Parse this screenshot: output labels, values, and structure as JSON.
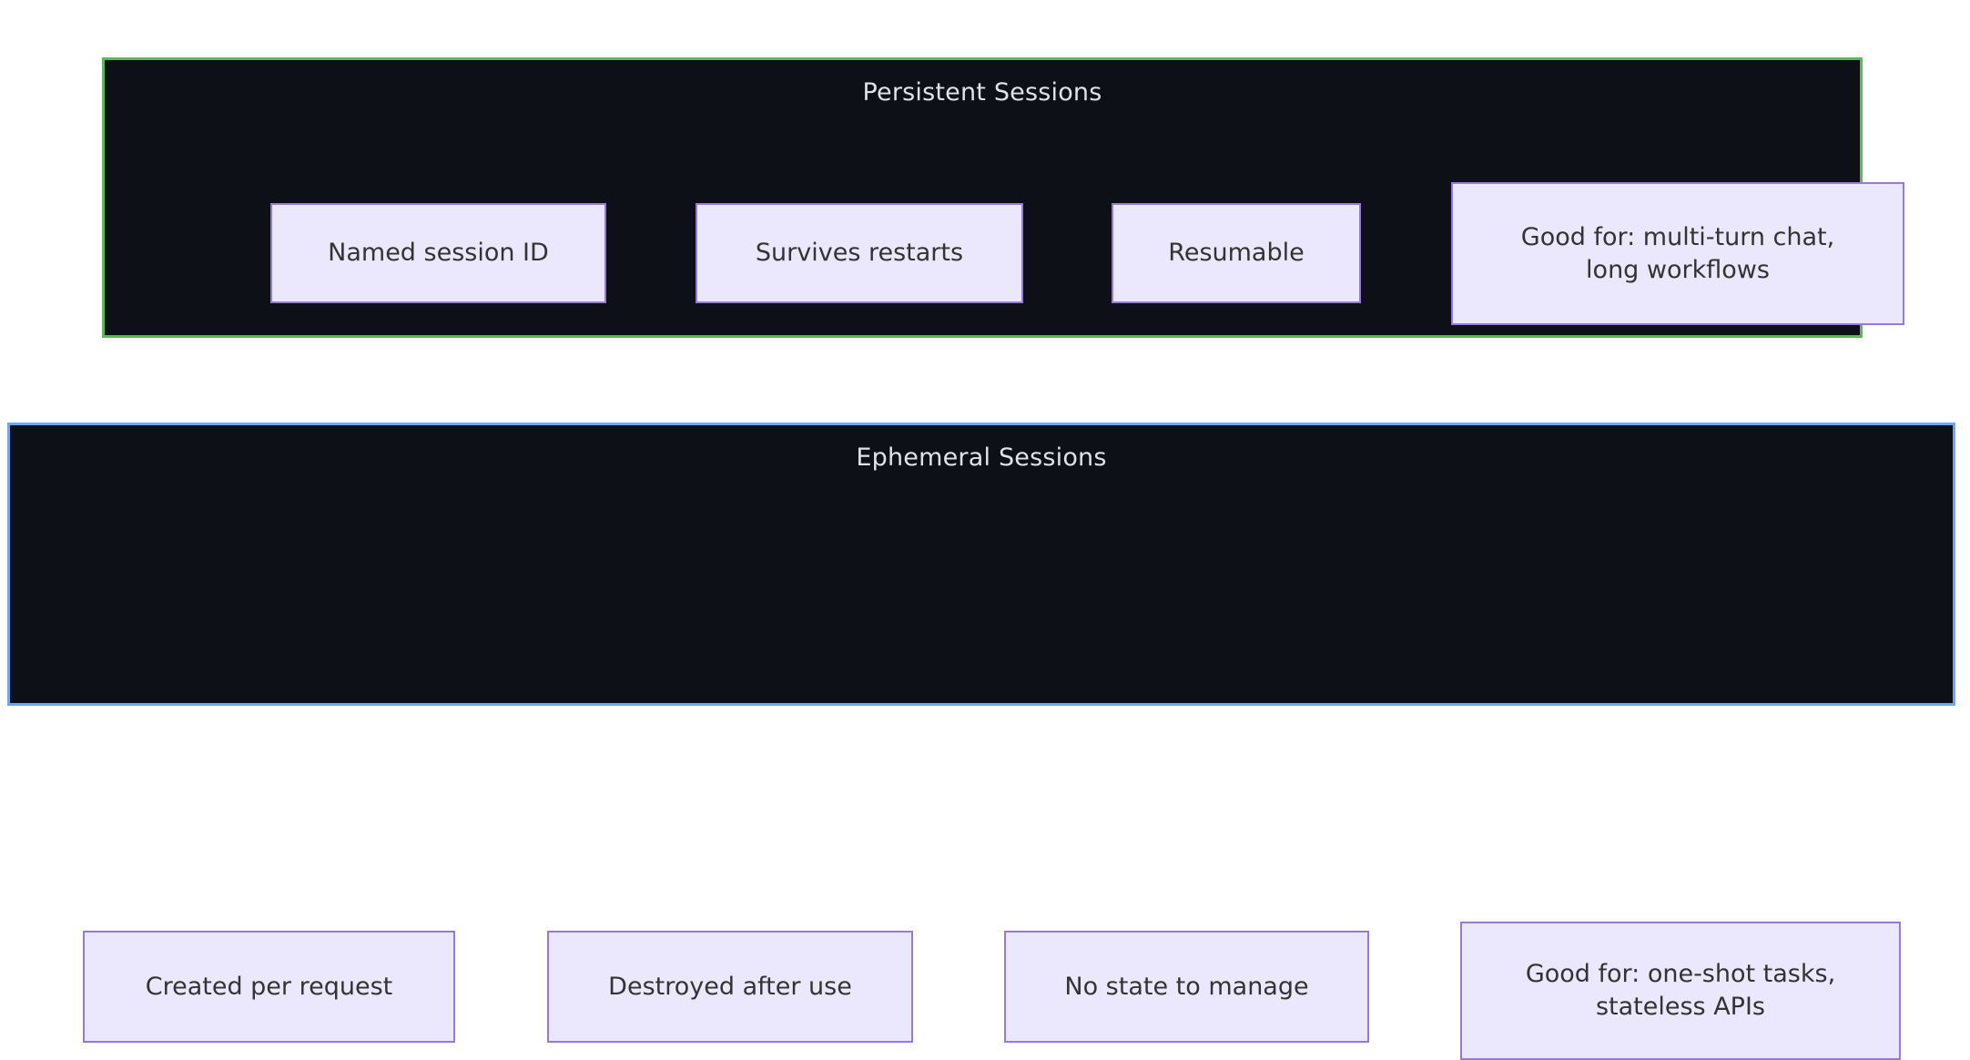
{
  "diagram": {
    "background": "#ffffff",
    "node_fill": "#ebe8fd",
    "node_border": "#9479e0",
    "node_text_color": "#333333",
    "cluster_fill": "#0d1117",
    "cluster_title_color": "#dfe3e8",
    "clusters": [
      {
        "id": "persistent",
        "title": "Persistent Sessions",
        "border_color": "#5cb85c",
        "nodes": [
          {
            "id": "named-session-id",
            "label": "Named session ID"
          },
          {
            "id": "survives-restarts",
            "label": "Survives restarts"
          },
          {
            "id": "resumable",
            "label": "Resumable"
          },
          {
            "id": "good-for-persistent",
            "label": "Good for: multi-turn chat,\nlong workflows"
          }
        ]
      },
      {
        "id": "ephemeral",
        "title": "Ephemeral Sessions",
        "border_color": "#6aa8f7",
        "nodes": [
          {
            "id": "created-per-request",
            "label": "Created per request"
          },
          {
            "id": "destroyed-after-use",
            "label": "Destroyed after use"
          },
          {
            "id": "no-state-to-manage",
            "label": "No state to manage"
          },
          {
            "id": "good-for-ephemeral",
            "label": "Good for: one-shot tasks,\nstateless APIs"
          }
        ]
      }
    ]
  }
}
